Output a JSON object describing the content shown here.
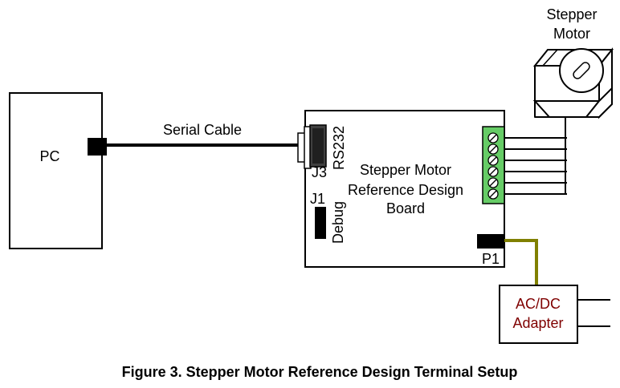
{
  "labels": {
    "pc": "PC",
    "serial_cable": "Serial Cable",
    "motor_line1": "Stepper",
    "motor_line2": "Motor",
    "board_line1": "Stepper Motor",
    "board_line2": "Reference Design",
    "board_line3": "Board",
    "rs232": "RS232",
    "j3": "J3",
    "j1": "J1",
    "debug": "Debug",
    "p1": "P1",
    "adapter_line1": "AC/DC",
    "adapter_line2": "Adapter"
  },
  "caption": "Figure 3. Stepper Motor Reference Design Terminal Setup",
  "colors": {
    "adapter_text": "#7f0000",
    "power_cable": "#808000",
    "terminal_block": "#66cc66"
  }
}
